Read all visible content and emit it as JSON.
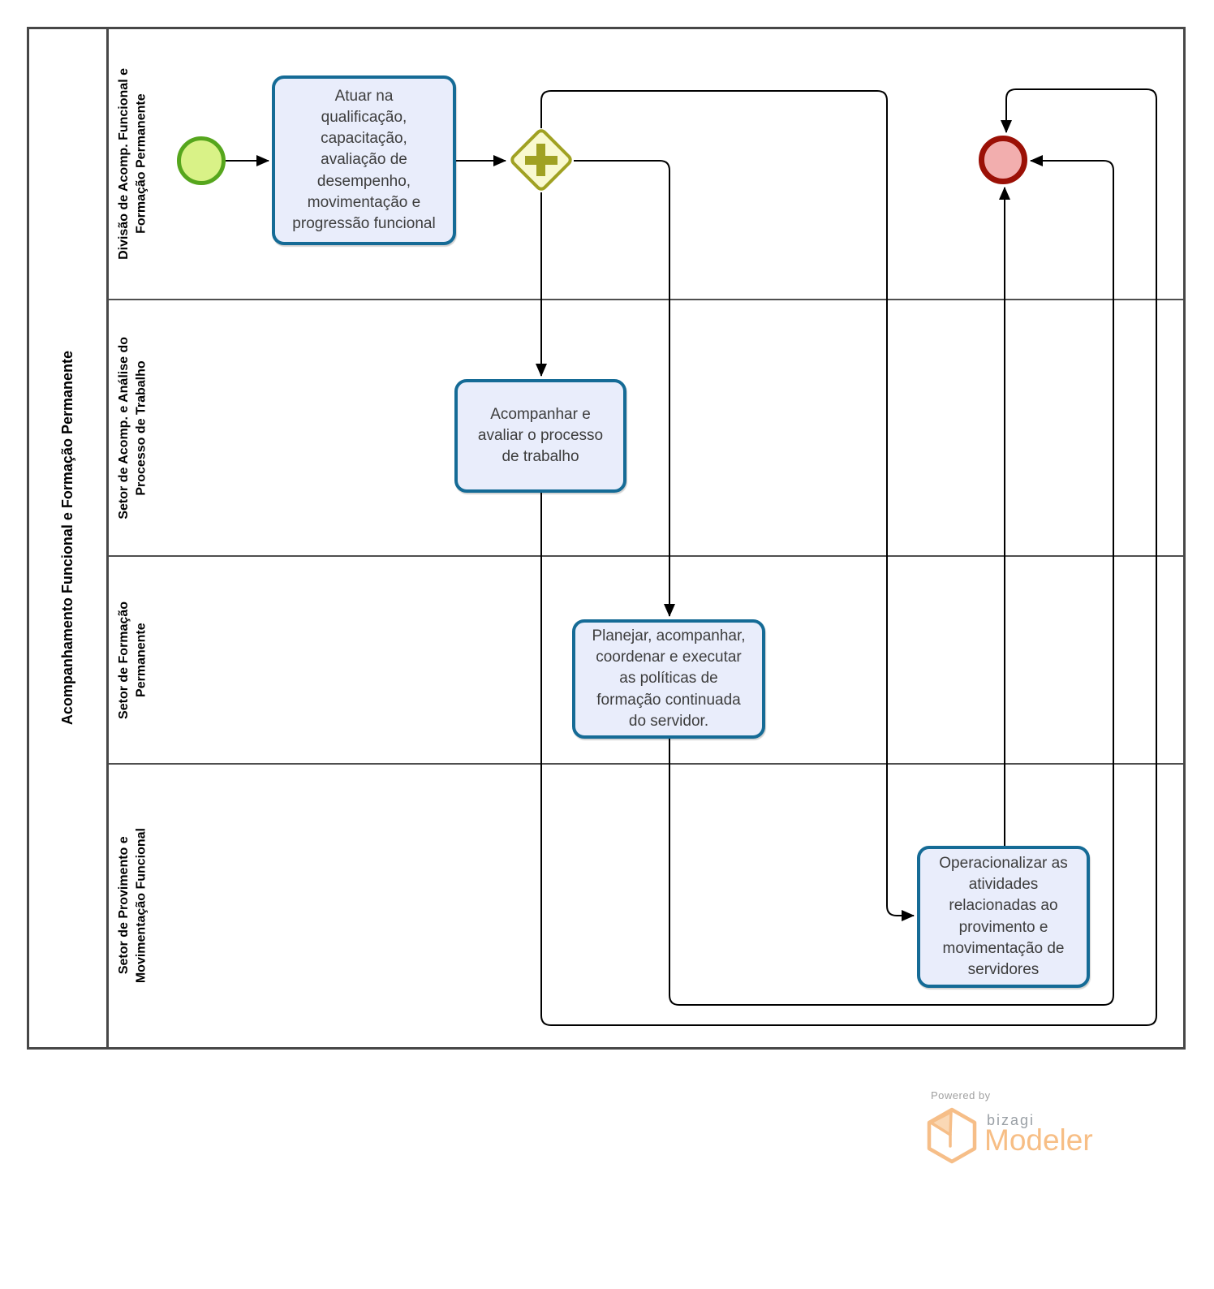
{
  "pool": {
    "title": "Acompanhamento Funcional e Formação Permanente"
  },
  "lanes": [
    {
      "label": "Divisão de Acomp. Funcional e\nFormação Permanente"
    },
    {
      "label": "Setor de Acomp. e Análise do\nProcesso de Trabalho"
    },
    {
      "label": "Setor de Formação\nPermanente"
    },
    {
      "label": "Setor de Provimento e\nMovimentação Funcional"
    }
  ],
  "tasks": [
    {
      "label": "Atuar na\nqualificação,\ncapacitação,\navaliação de\ndesempenho,\nmovimentação e\nprogressão funcional"
    },
    {
      "label": "Acompanhar e\navaliar o processo\nde trabalho"
    },
    {
      "label": "Planejar, acompanhar,\ncoordenar e executar\nas políticas de\nformação continuada\ndo servidor."
    },
    {
      "label": "Operacionalizar as\natividades\nrelacionadas ao\nprovimento e\nmovimentação de\nservidores"
    }
  ],
  "events": {
    "start": {
      "type": "start-event"
    },
    "end": {
      "type": "end-event"
    }
  },
  "gateway": {
    "type": "parallel-gateway"
  },
  "watermark": {
    "powered_by": "Powered by",
    "brand": "bizagi",
    "product": "Modeler"
  },
  "colors": {
    "task_border": "#156B96",
    "task_fill": "#E9EDFB",
    "start_border": "#56A61D",
    "start_fill": "#D9F287",
    "end_border": "#9B1006",
    "end_fill": "#F2AEAE",
    "gateway_border": "#A0A122",
    "gateway_fill": "#F9F9CF",
    "flow": "#000000",
    "pool_border": "#474747",
    "brand_orange": "#F7BE85",
    "brand_gray": "#9AA0A6"
  }
}
